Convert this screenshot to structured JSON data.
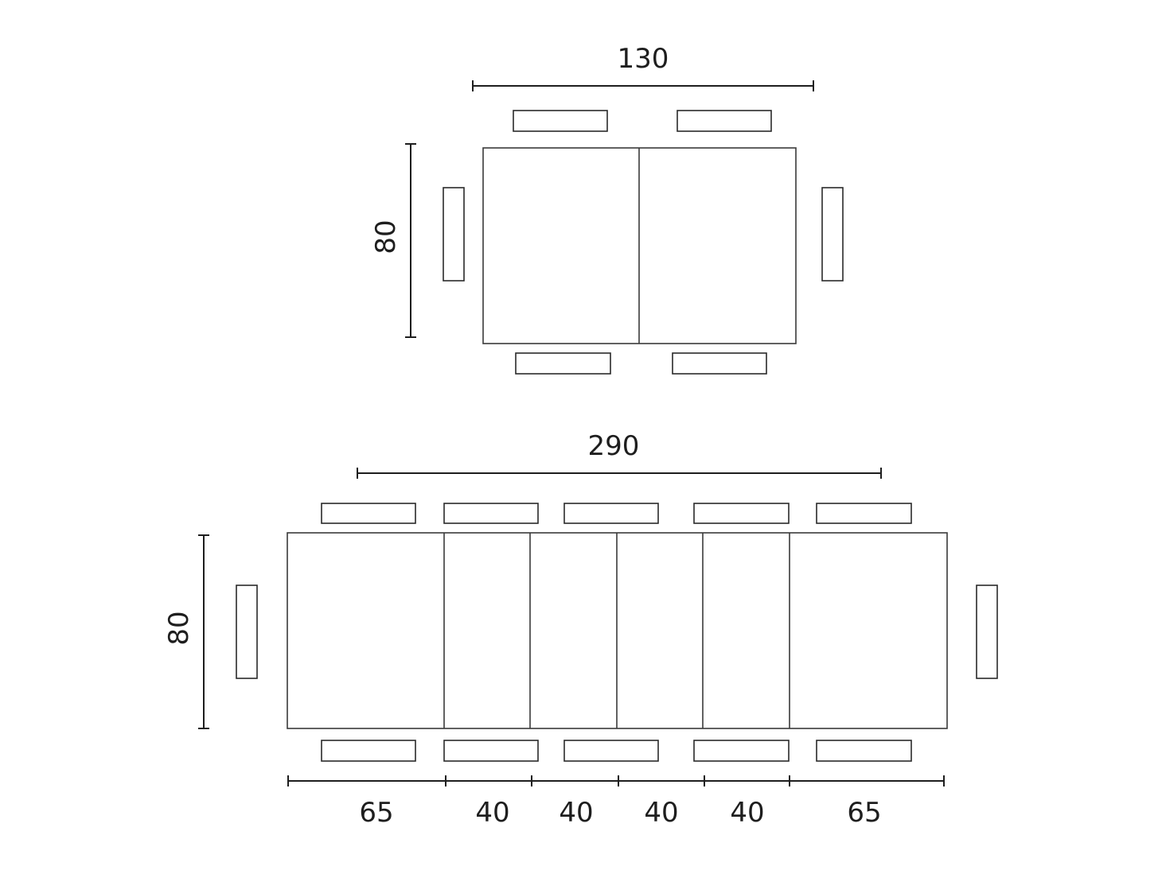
{
  "compact_table": {
    "width_label": "130",
    "depth_label": "80"
  },
  "extended_table": {
    "width_label": "290",
    "depth_label": "80",
    "segment_labels": [
      "65",
      "40",
      "40",
      "40",
      "40",
      "65"
    ]
  },
  "colors": {
    "line": "#3a3a3a",
    "dimension": "#1e1e1e",
    "background": "#ffffff"
  }
}
